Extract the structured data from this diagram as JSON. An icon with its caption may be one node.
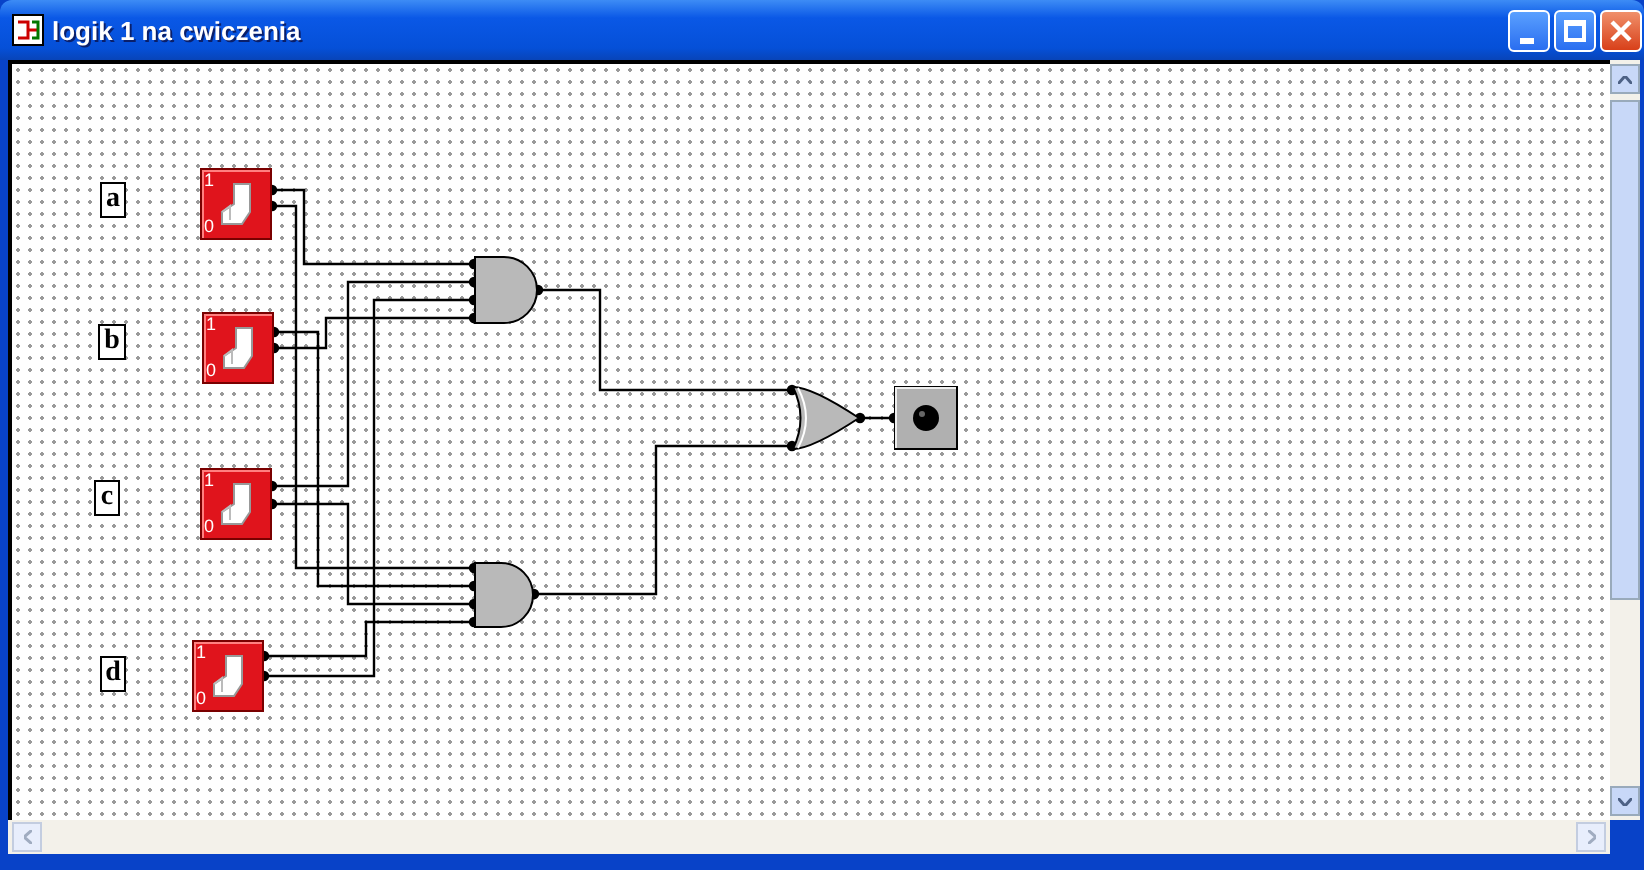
{
  "diagram": {
    "title": "logik 1 na cwiczenia",
    "nodes": [
      {
        "text": [
          "a"
        ]
      },
      {
        "text": [
          "1",
          "0"
        ]
      },
      {
        "text": [
          "b"
        ]
      },
      {
        "text": [
          "1",
          "0"
        ]
      },
      {
        "text": [
          "c"
        ]
      },
      {
        "text": [
          "1",
          "0"
        ]
      },
      {
        "text": [
          "d"
        ]
      },
      {
        "text": [
          "1",
          "0"
        ]
      },
      {
        "text": [],
        "shape": "gate"
      },
      {
        "text": [],
        "shape": "gate"
      },
      {
        "text": [],
        "shape": "gate"
      },
      {
        "text": [],
        "shape": "lamp"
      }
    ],
    "edges": [
      {
        "from": 1,
        "to": 8,
        "arrow": "other"
      },
      {
        "from": 1,
        "to": 9,
        "arrow": "other"
      },
      {
        "from": 3,
        "to": 9,
        "arrow": "other"
      },
      {
        "from": 3,
        "to": 8,
        "arrow": "other"
      },
      {
        "from": 5,
        "to": 8,
        "arrow": "other"
      },
      {
        "from": 5,
        "to": 9,
        "arrow": "other"
      },
      {
        "from": 7,
        "to": 9,
        "arrow": "other"
      },
      {
        "from": 7,
        "to": 8,
        "arrow": "other"
      },
      {
        "from": 8,
        "to": 10,
        "arrow": "other"
      },
      {
        "from": 9,
        "to": 10,
        "arrow": "other"
      },
      {
        "from": 10,
        "to": 11,
        "arrow": "other"
      }
    ]
  }
}
